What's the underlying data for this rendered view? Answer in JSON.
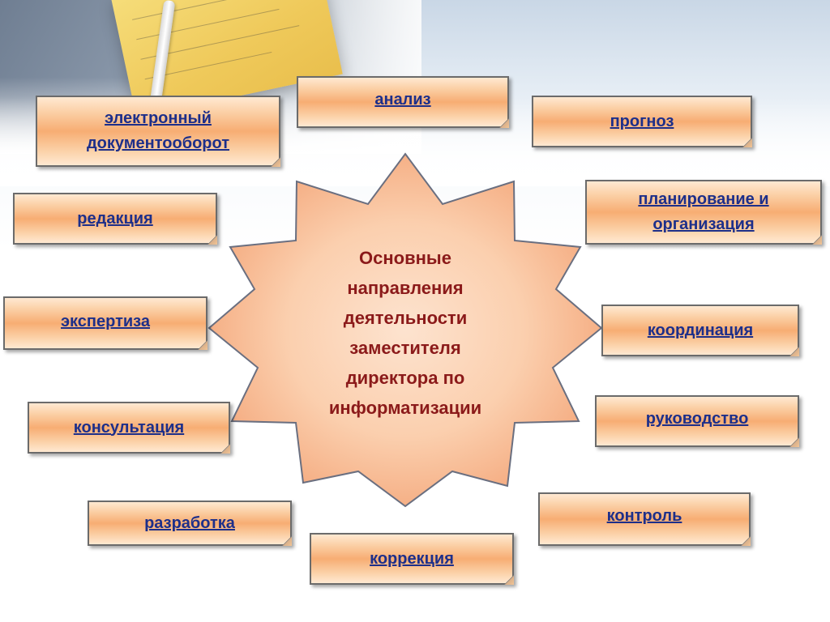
{
  "center": {
    "lines": [
      "Основные",
      "направления",
      "деятельности",
      "заместителя",
      "директора по",
      "информатизации"
    ]
  },
  "items": {
    "analiz": "анализ",
    "edo_1": "электронный",
    "edo_2": "документооборот",
    "prognoz": "прогноз",
    "redaktsiya": "редакция",
    "planirovanie_1": "планирование и",
    "planirovanie_2": "организация",
    "ekspertiza": "экспертиза",
    "koordinatsiya": "координация",
    "konsultatsiya": "консультация",
    "rukovodstvo": "руководство",
    "razrabotka": "разработка",
    "kontrol": "контроль",
    "korrektsiya": "коррекция"
  },
  "colors": {
    "label_text": "#1d2f8a",
    "center_text": "#8b1a1a",
    "box_fill": "#f7ad73",
    "star_fill": "#f9c6a0"
  }
}
